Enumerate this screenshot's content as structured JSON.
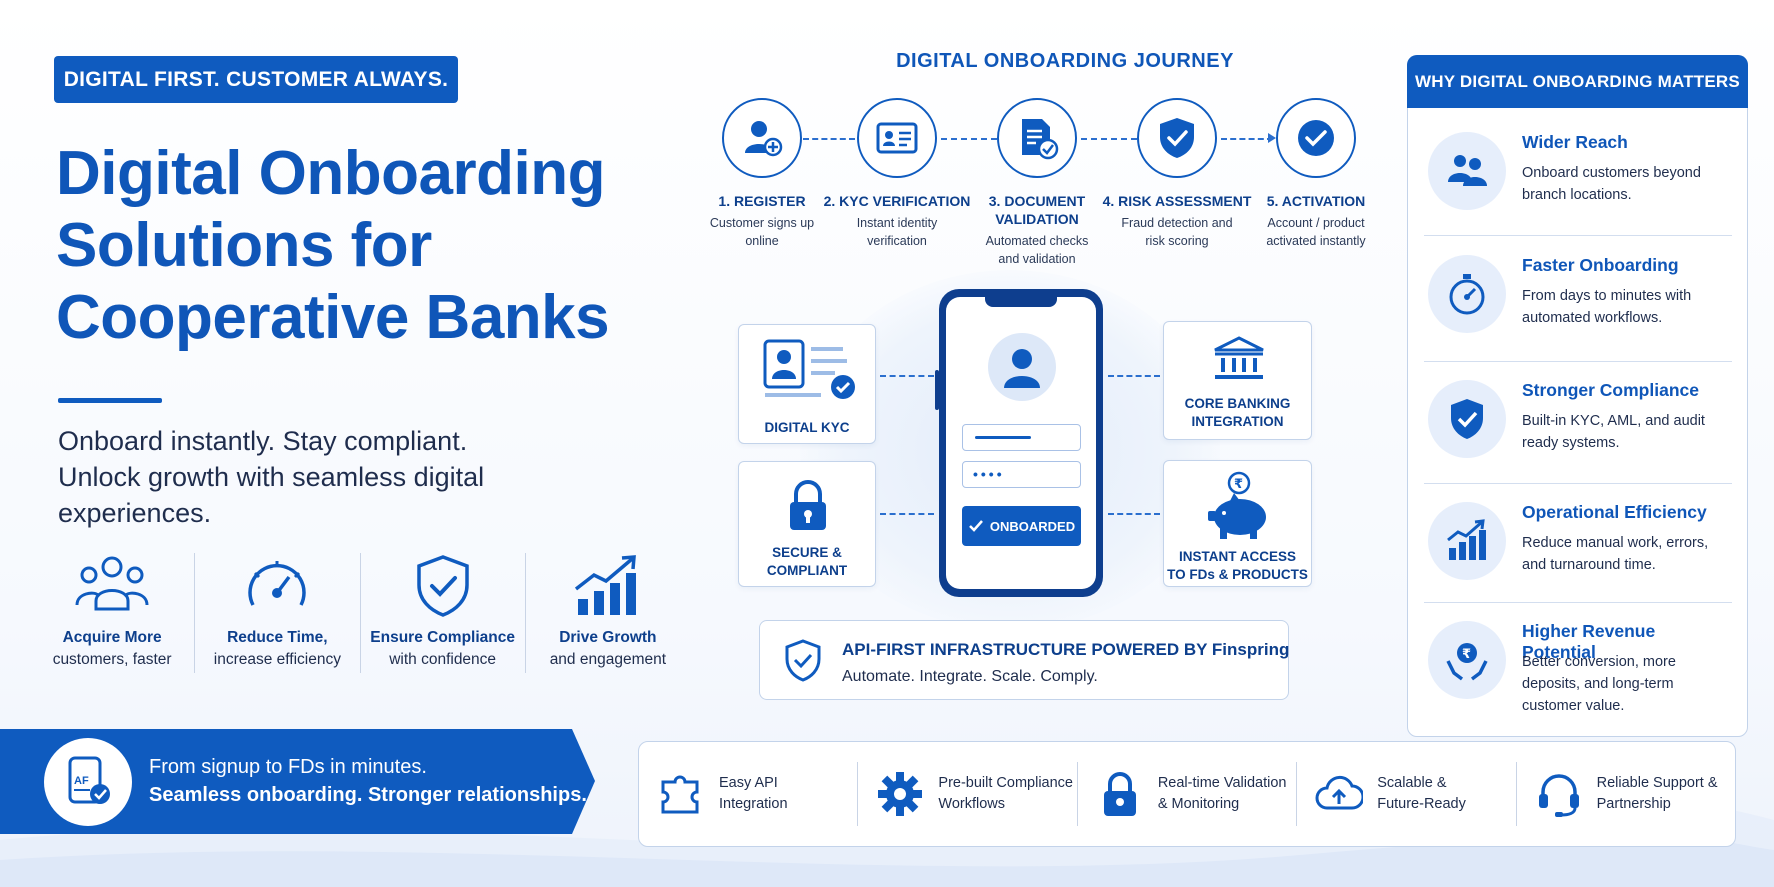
{
  "tagline": "DIGITAL FIRST. CUSTOMER ALWAYS.",
  "hero": {
    "title_l1": "Digital Onboarding",
    "title_l2": "Solutions for",
    "title_l3": "Cooperative Banks",
    "sub_l1": "Onboard instantly. Stay compliant.",
    "sub_l2": "Unlock growth with seamless digital",
    "sub_l3": "experiences."
  },
  "benefits": [
    {
      "icon": "people-group-icon",
      "title": "Acquire More",
      "sub": "customers, faster"
    },
    {
      "icon": "stopwatch-icon",
      "title": "Reduce Time,",
      "sub": "increase efficiency"
    },
    {
      "icon": "shield-check-icon",
      "title": "Ensure Compliance",
      "sub": "with confidence"
    },
    {
      "icon": "growth-chart-icon",
      "title": "Drive Growth",
      "sub": "and engagement"
    }
  ],
  "banner": {
    "icon": "af-document-check-icon",
    "line1": "From signup to FDs in minutes.",
    "line2": "Seamless onboarding. Stronger relationships."
  },
  "journey": {
    "title": "DIGITAL ONBOARDING JOURNEY",
    "steps": [
      {
        "icon": "user-add-icon",
        "title": "1. REGISTER",
        "sub_l1": "Customer signs up",
        "sub_l2": "online"
      },
      {
        "icon": "id-card-icon",
        "title": "2. KYC VERIFICATION",
        "sub_l1": "Instant identity",
        "sub_l2": "verification"
      },
      {
        "icon": "document-check-icon",
        "title_l1": "3. DOCUMENT",
        "title_l2": "VALIDATION",
        "sub_l1": "Automated checks",
        "sub_l2": "and validation"
      },
      {
        "icon": "shield-check-icon",
        "title": "4. RISK ASSESSMENT",
        "sub_l1": "Fraud detection and",
        "sub_l2": "risk scoring"
      },
      {
        "icon": "check-circle-icon",
        "title": "5. ACTIVATION",
        "sub_l1": "Account / product",
        "sub_l2": "activated instantly"
      }
    ]
  },
  "phone": {
    "button_label": "ONBOARDED",
    "password_dots": "••••"
  },
  "cards": {
    "digital_kyc": "DIGITAL KYC",
    "secure_l1": "SECURE &",
    "secure_l2": "COMPLIANT",
    "core_l1": "CORE BANKING",
    "core_l2": "INTEGRATION",
    "access_l1": "INSTANT ACCESS",
    "access_l2": "TO FDs & PRODUCTS"
  },
  "api": {
    "title": "API-FIRST INFRASTRUCTURE POWERED BY Finspring",
    "sub": "Automate. Integrate. Scale. Comply."
  },
  "why": {
    "header": "WHY DIGITAL ONBOARDING MATTERS",
    "items": [
      {
        "icon": "people-icon",
        "title": "Wider Reach",
        "desc_l1": "Onboard customers beyond",
        "desc_l2": "branch locations."
      },
      {
        "icon": "stopwatch-icon",
        "title": "Faster Onboarding",
        "desc_l1": "From days to minutes with",
        "desc_l2": "automated workflows."
      },
      {
        "icon": "shield-check-icon",
        "title": "Stronger Compliance",
        "desc_l1": "Built-in KYC, AML, and audit",
        "desc_l2": "ready systems."
      },
      {
        "icon": "bar-chart-icon",
        "title": "Operational Efficiency",
        "desc_l1": "Reduce manual work, errors,",
        "desc_l2": "and turnaround time."
      },
      {
        "icon": "rupee-hands-icon",
        "title": "Higher Revenue Potential",
        "desc_l1": "Better conversion, more",
        "desc_l2": "deposits, and long-term",
        "desc_l3": "customer value."
      }
    ]
  },
  "features": [
    {
      "icon": "puzzle-icon",
      "l1": "Easy API",
      "l2": "Integration"
    },
    {
      "icon": "gear-icon",
      "l1": "Pre-built Compliance",
      "l2": "Workflows"
    },
    {
      "icon": "lock-icon",
      "l1": "Real-time Validation",
      "l2": "& Monitoring"
    },
    {
      "icon": "cloud-upload-icon",
      "l1": "Scalable &",
      "l2": "Future-Ready"
    },
    {
      "icon": "headset-icon",
      "l1": "Reliable Support &",
      "l2": "Partnership"
    }
  ],
  "colors": {
    "brand_blue": "#0f5bbf",
    "dark_blue": "#0d3f8c",
    "light_blue": "#e6eefb"
  }
}
